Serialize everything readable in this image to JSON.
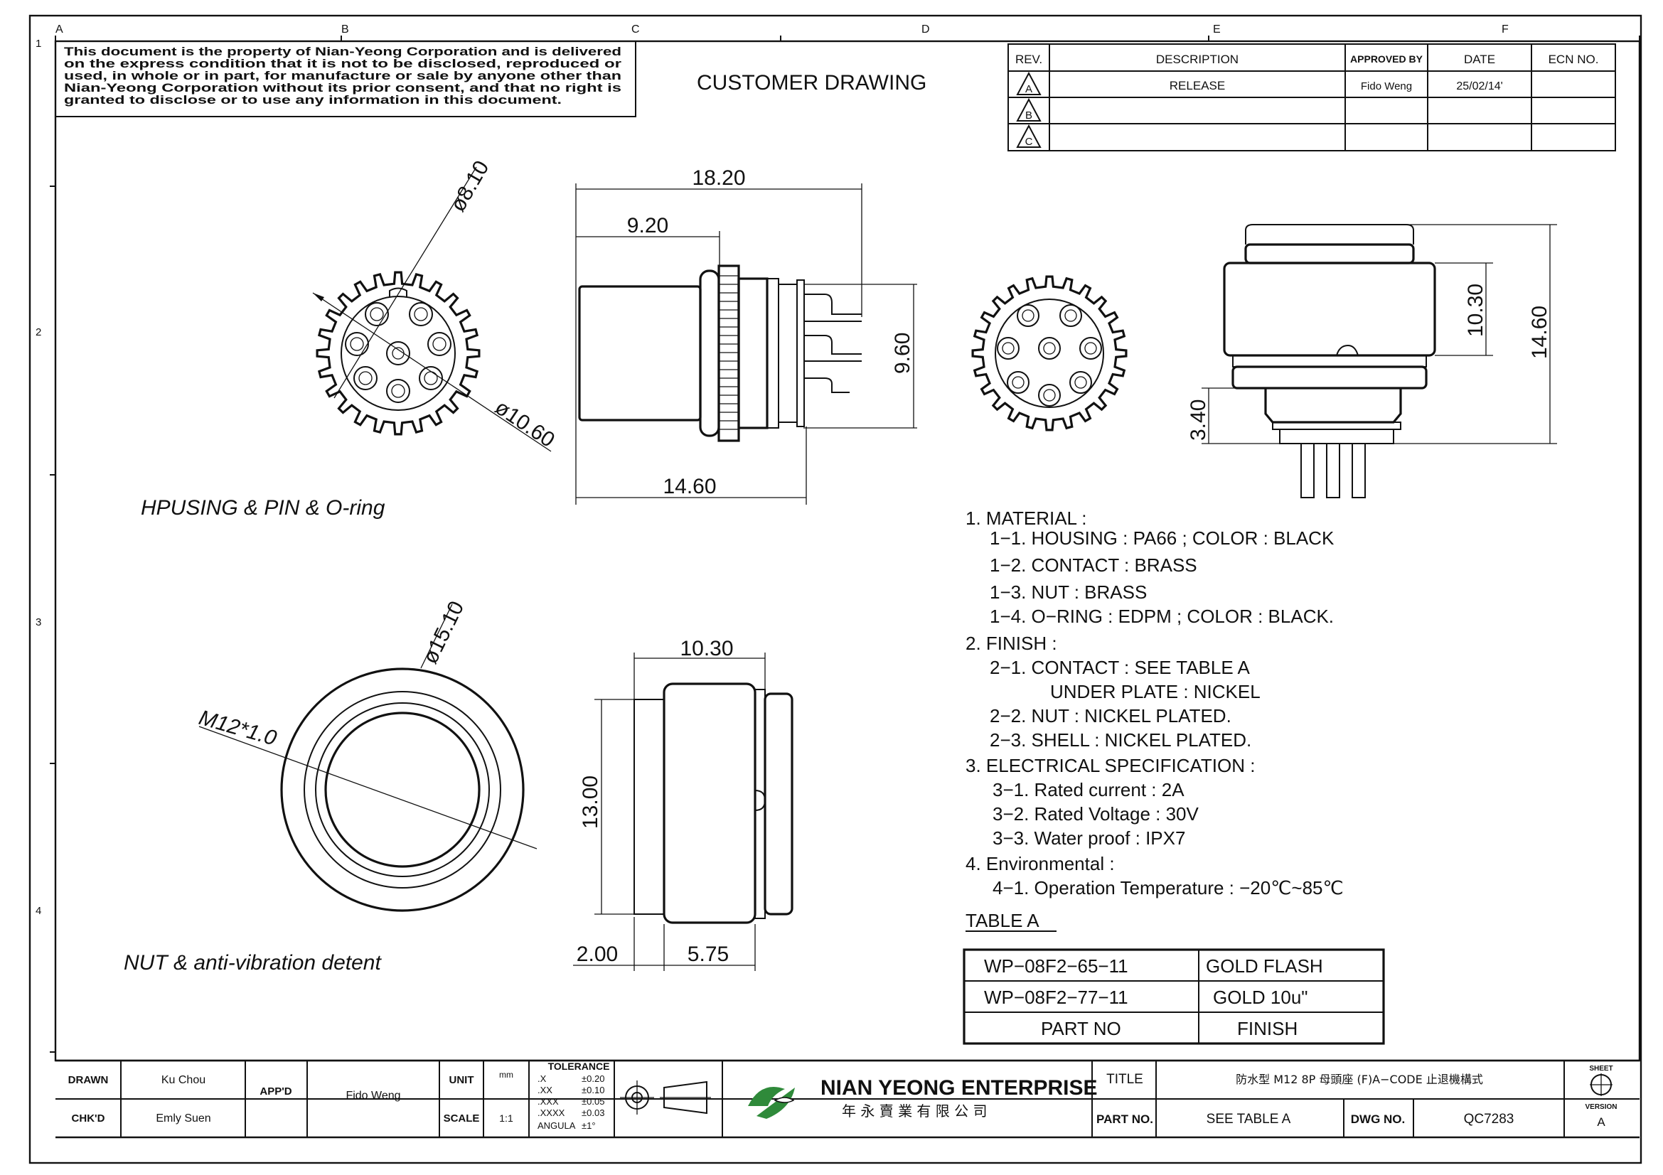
{
  "frame": {
    "zone_columns": [
      "A",
      "B",
      "C",
      "D",
      "E",
      "F"
    ],
    "zone_rows": [
      "1",
      "2",
      "3",
      "4"
    ]
  },
  "notice": [
    "This document is the property of Nian-Yeong Corporation and is delivered",
    "on  the  express condition that it is not to be disclosed, reproduced or",
    "used, in whole or in part, for manufacture or sale by anyone other than",
    "Nian-Yeong Corporation without  its prior consent, and that  no right  is",
    "granted to disclose or to use any information in this  document."
  ],
  "title_text": "CUSTOMER  DRAWING",
  "revision_table": {
    "headers": [
      "REV.",
      "DESCRIPTION",
      "APPROVED BY",
      "DATE",
      "ECN NO."
    ],
    "rows": [
      {
        "rev": "A",
        "description": "RELEASE",
        "approved_by": "Fido Weng",
        "date": "25/02/14'",
        "ecn": ""
      },
      {
        "rev": "B",
        "description": "",
        "approved_by": "",
        "date": "",
        "ecn": ""
      },
      {
        "rev": "C",
        "description": "",
        "approved_by": "",
        "date": "",
        "ecn": ""
      }
    ]
  },
  "views": {
    "housing_label": "HPUSING & PIN & O-ring",
    "nut_label": "NUT & anti-vibration detent"
  },
  "dimensions": {
    "d8_10": "ø8.10",
    "d10_60": "ø10.60",
    "len_18_20": "18.20",
    "len_9_20": "9.20",
    "h_9_60": "9.60",
    "len_14_60": "14.60",
    "h_10_30": "10.30",
    "h_14_60": "14.60",
    "h_3_40": "3.40",
    "d15_10": "ø15.10",
    "thread": "M12*1.0",
    "w_10_30": "10.30",
    "h_13_00": "13.00",
    "w_2_00": "2.00",
    "w_5_75": "5.75"
  },
  "notes": [
    "1.  MATERIAL  :",
    "1−1.  HOUSING  :  PA66  ;  COLOR  :  BLACK",
    "1−2.  CONTACT  :  BRASS",
    "1−3.  NUT  :  BRASS",
    "1−4.  O−RING  :  EDPM  ;  COLOR  :  BLACK.",
    "2.  FINISH  :",
    "2−1.  CONTACT  :  SEE  TABLE  A",
    "UNDER  PLATE  :  NICKEL",
    "2−2.  NUT  :  NICKEL  PLATED.",
    "2−3.  SHELL  :  NICKEL  PLATED.",
    "3.  ELECTRICAL  SPECIFICATION  :",
    "3−1.  Rated  current  :  2A",
    "3−2.  Rated  Voltage  :  30V",
    "3−3.  Water  proof  :  IPX7",
    "4.  Environmental  :",
    "4−1.  Operation  Temperature  :  −20℃~85℃"
  ],
  "table_a": {
    "title": "TABLE  A",
    "rows": [
      {
        "part": "WP−08F2−65−11",
        "finish": "GOLD  FLASH"
      },
      {
        "part": "WP−08F2−77−11",
        "finish": "GOLD  10u\""
      }
    ],
    "header_part": "PART  NO",
    "header_finish": "FINISH"
  },
  "title_block": {
    "drawn_label": "DRAWN",
    "drawn_value": "Ku Chou",
    "chkd_label": "CHK'D",
    "chkd_value": "Emly Suen",
    "appd_label": "APP'D",
    "appd_value": "Fido Weng",
    "unit_label": "UNIT",
    "unit_value": "mm",
    "scale_label": "SCALE",
    "scale_value": "1:1",
    "tolerance": {
      "title": "TOLERANCE",
      "rows": [
        {
          "k": ".X",
          "v": "±0.20"
        },
        {
          "k": ".XX",
          "v": "±0.10"
        },
        {
          "k": ".XXX",
          "v": "±0.05"
        },
        {
          "k": ".XXXX",
          "v": "±0.03"
        },
        {
          "k": "ANGULA",
          "v": "±1°"
        }
      ]
    },
    "company_en": "NIAN YEONG ENTERPRISE",
    "company_cn": "年 永 賣 業 有 限 公 司",
    "title_label": "TITLE",
    "title_value": "防水型  M12  8P  母頭座  (F)A−CODE  止退機構式",
    "part_label": "PART  NO.",
    "part_value": "SEE  TABLE  A",
    "dwg_label": "DWG  NO.",
    "dwg_value": "QC7283",
    "sheet_label": "SHEET",
    "version_label": "VERSION",
    "version_value": "A",
    "brand_color": "#2f8a3a"
  }
}
